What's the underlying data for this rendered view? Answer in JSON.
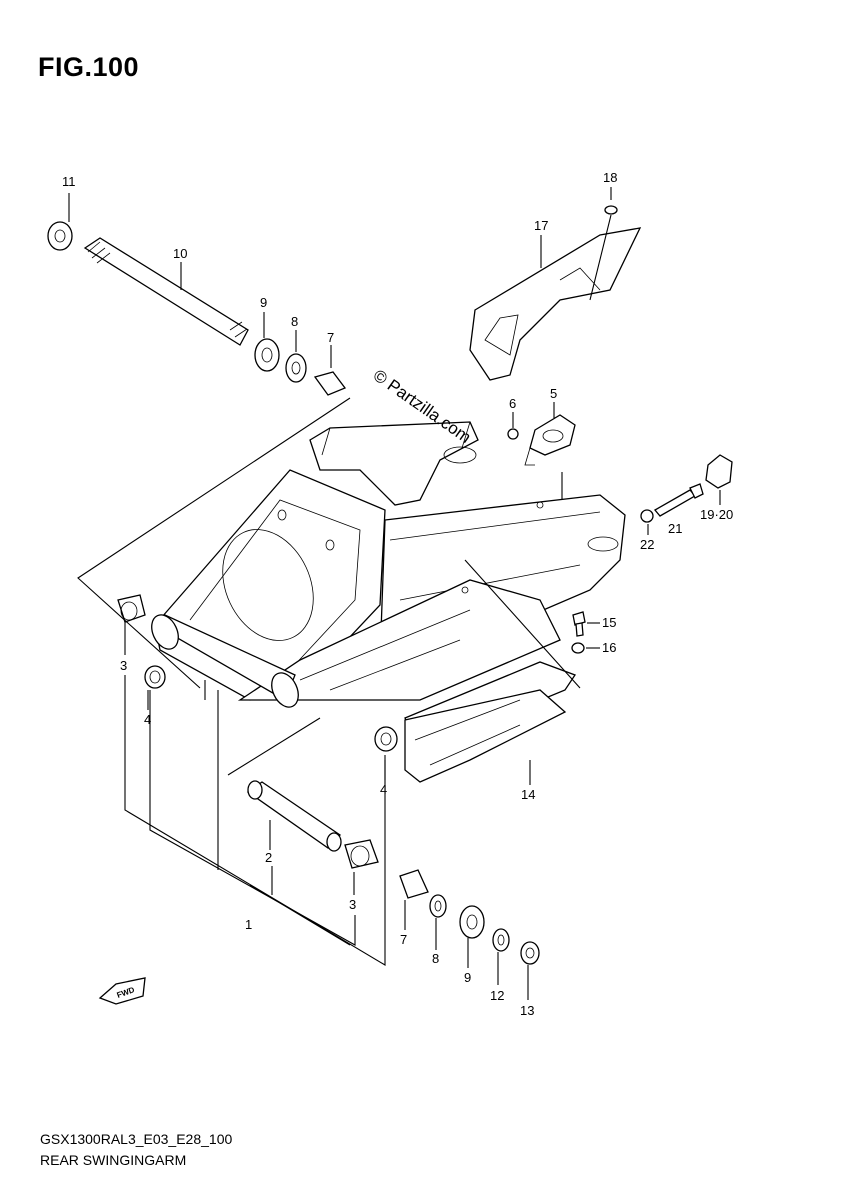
{
  "figure": {
    "title": "FIG.100",
    "watermark": "© Partzilla.com",
    "fwd_label": "FWD"
  },
  "callouts": {
    "c1": "1",
    "c2": "2",
    "c3a": "3",
    "c3b": "3",
    "c4a": "4",
    "c4b": "4",
    "c5": "5",
    "c6": "6",
    "c7a": "7",
    "c7b": "7",
    "c8a": "8",
    "c8b": "8",
    "c9a": "9",
    "c9b": "9",
    "c10": "10",
    "c11": "11",
    "c12": "12",
    "c13": "13",
    "c14": "14",
    "c15": "15",
    "c16": "16",
    "c17": "17",
    "c18": "18",
    "c1920": "19·20",
    "c21": "21",
    "c22": "22"
  },
  "footer": {
    "model_code": "GSX1300RAL3_E03_E28_100",
    "section_name": "REAR SWINGINGARM"
  }
}
